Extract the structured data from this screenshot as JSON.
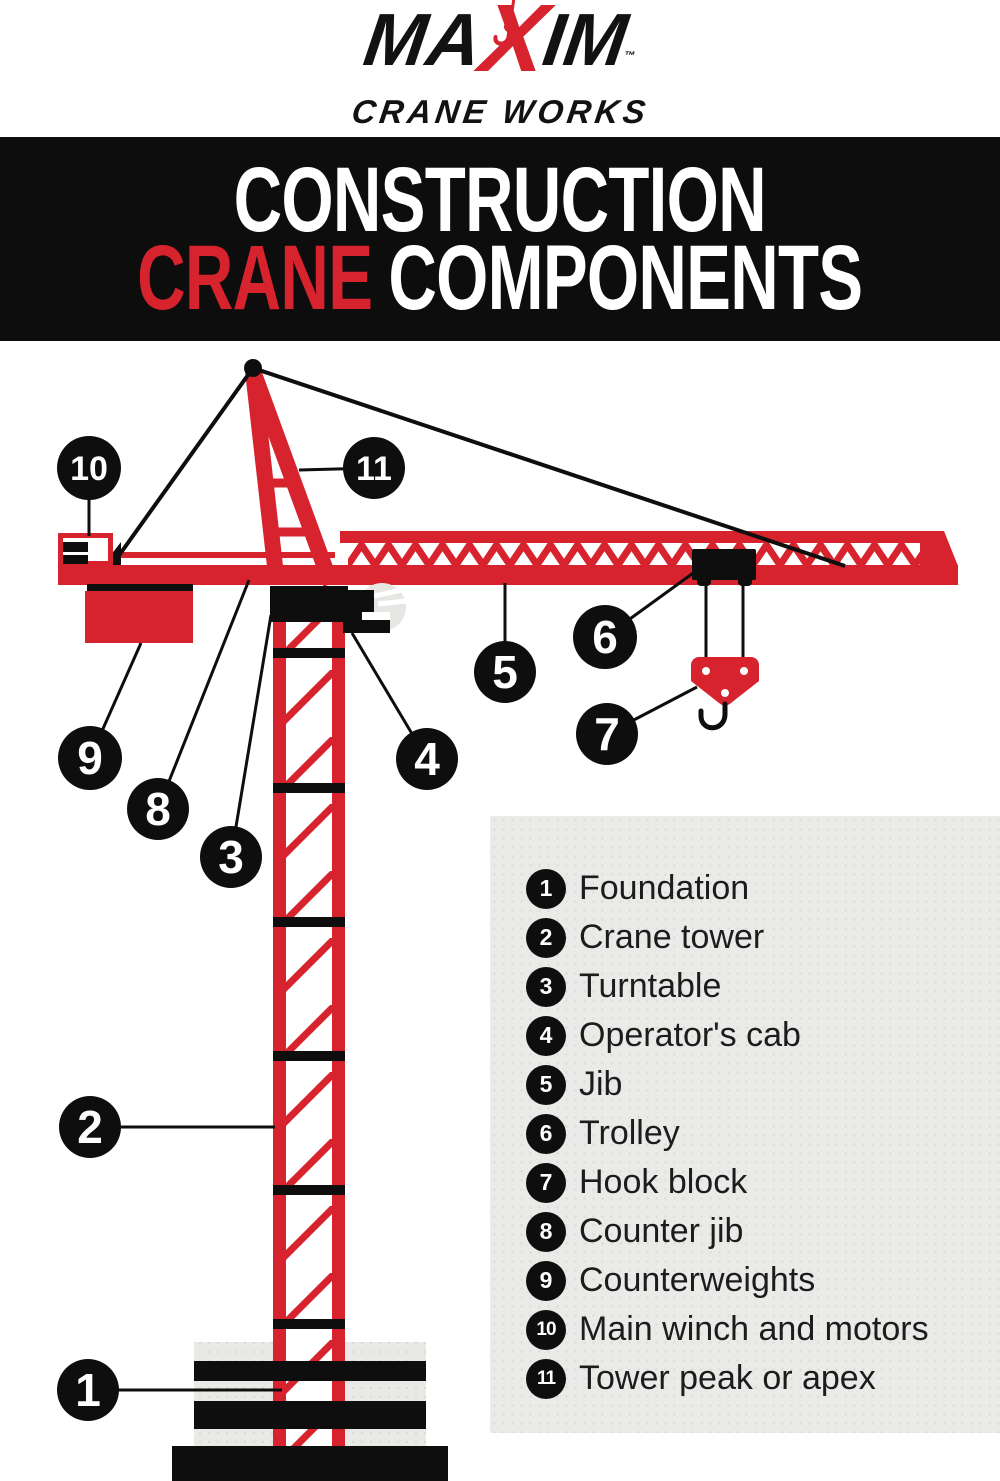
{
  "logo": {
    "part1": "MA",
    "part2": "X",
    "part3": "IM",
    "tm": "™",
    "subtitle": "CRANE WORKS"
  },
  "banner": {
    "line1": "CONSTRUCTION",
    "line2_accent": "CRANE",
    "line2_rest": "COMPONENTS"
  },
  "callouts": {
    "n1": "1",
    "n2": "2",
    "n3": "3",
    "n4": "4",
    "n5": "5",
    "n6": "6",
    "n7": "7",
    "n8": "8",
    "n9": "9",
    "n10": "10",
    "n11": "11"
  },
  "legend": {
    "items": [
      {
        "num": "1",
        "label": "Foundation"
      },
      {
        "num": "2",
        "label": "Crane tower"
      },
      {
        "num": "3",
        "label": "Turntable"
      },
      {
        "num": "4",
        "label": "Operator's cab"
      },
      {
        "num": "5",
        "label": "Jib"
      },
      {
        "num": "6",
        "label": "Trolley"
      },
      {
        "num": "7",
        "label": "Hook block"
      },
      {
        "num": "8",
        "label": "Counter jib"
      },
      {
        "num": "9",
        "label": "Counterweights"
      },
      {
        "num": "10",
        "label": "Main winch and motors"
      },
      {
        "num": "11",
        "label": "Tower peak or apex"
      }
    ]
  },
  "colors": {
    "red": "#d7232e",
    "ink": "#0e0e0e",
    "legend_bg": "#eaebe8"
  }
}
